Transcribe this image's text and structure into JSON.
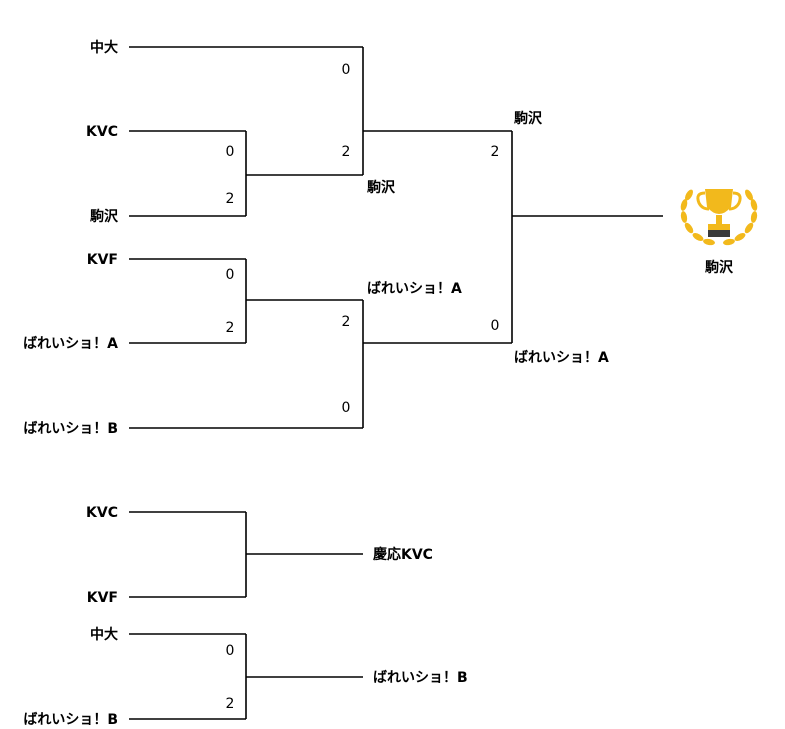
{
  "main_bracket": {
    "teams": [
      "中大",
      "KVC",
      "駒沢",
      "KVF",
      "ばれいショ！A",
      "ばれいショ！B"
    ],
    "round1": [
      {
        "top_score": "0",
        "bottom_score": "2",
        "winner": "駒沢"
      },
      {
        "top_score": "0",
        "bottom_score": "2",
        "winner": "ばれいショ！A"
      }
    ],
    "semifinals": [
      {
        "top_score": "0",
        "bottom_score": "2",
        "winner": "駒沢"
      },
      {
        "top_score": "2",
        "bottom_score": "0",
        "winner": "ばれいショ！A"
      }
    ],
    "final": {
      "top_label": "駒沢",
      "top_score": "2",
      "bottom_score": "0",
      "bottom_label": "ばれいショ！A"
    },
    "champion": "駒沢",
    "trophy_icon": "trophy-laurel-icon",
    "trophy_color": "#F2B91C"
  },
  "placement_1": {
    "top_team": "KVC",
    "bottom_team": "KVF",
    "result": "慶応KVC"
  },
  "placement_2": {
    "top_team": "中大",
    "top_score": "0",
    "bottom_team": "ばれいショ！B",
    "bottom_score": "2",
    "result": "ばれいショ！B"
  }
}
